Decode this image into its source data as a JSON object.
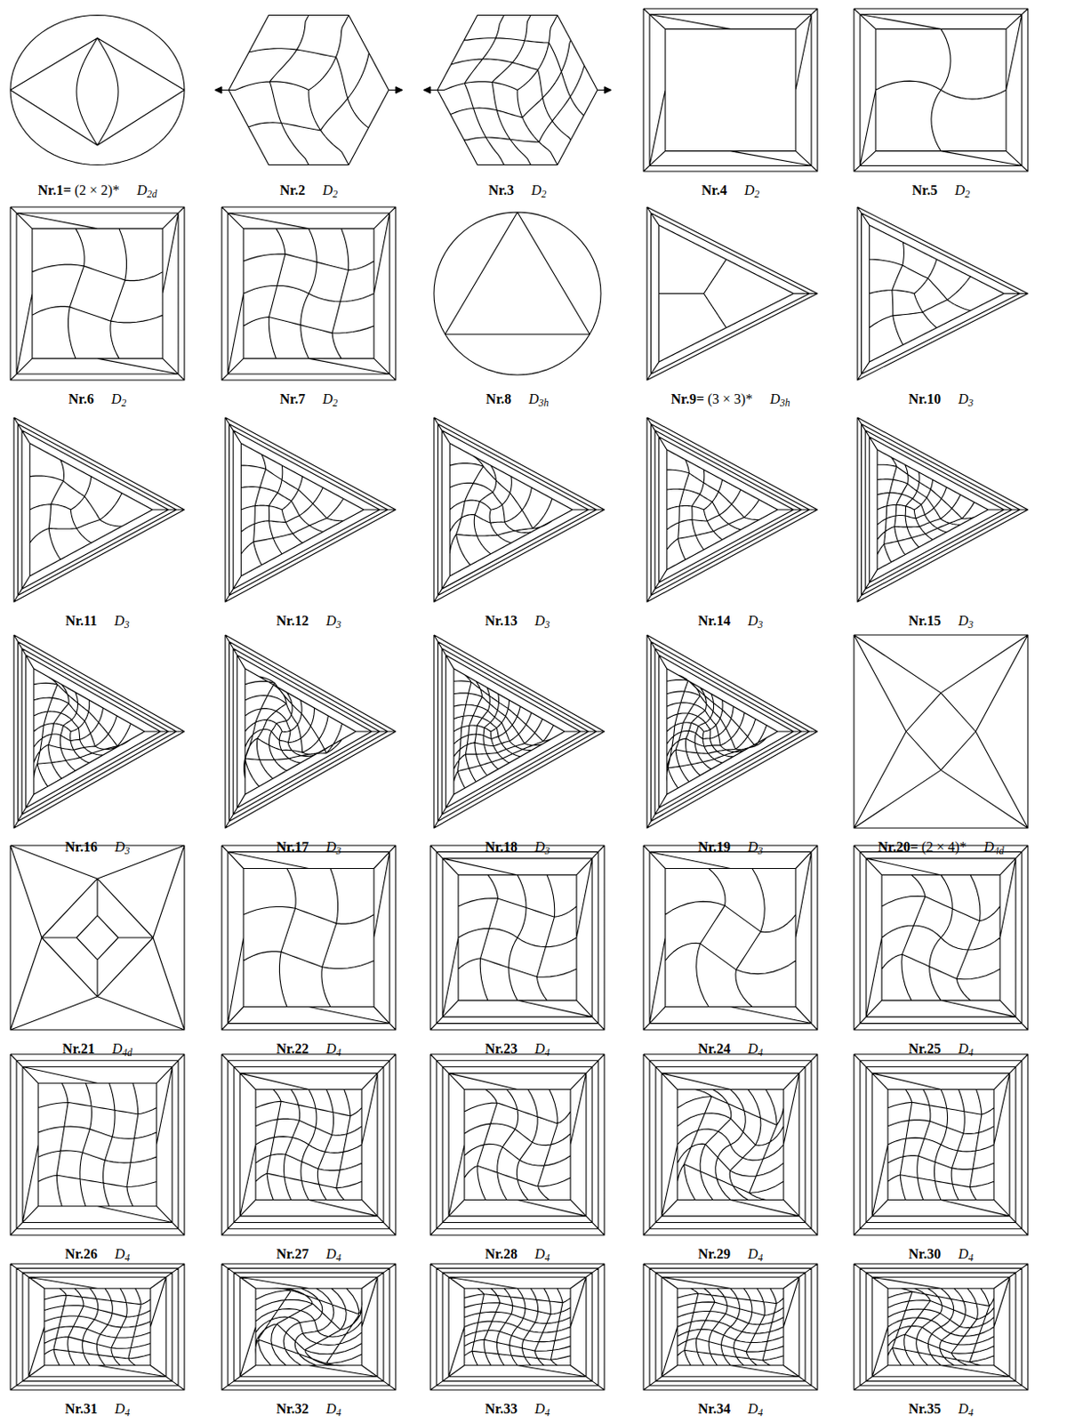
{
  "diagram": {
    "labels": [
      "Nr.1= (2 × 2)*",
      "D2d",
      "Nr.2",
      "D2",
      "Nr.3",
      "D2",
      "Nr.4",
      "D2",
      "Nr.5",
      "D2",
      "Nr.6",
      "D2",
      "Nr.7",
      "D2",
      "Nr.8",
      "D3h",
      "Nr.9= (3 × 3)*",
      "D3h",
      "Nr.10",
      "D3",
      "Nr.11",
      "D3",
      "Nr.12",
      "D3",
      "Nr.13",
      "D3",
      "Nr.14",
      "D3",
      "Nr.15",
      "D3",
      "Nr.16",
      "D3",
      "Nr.17",
      "D3",
      "Nr.18",
      "D3",
      "Nr.19",
      "D3",
      "Nr.20= (2 × 4)*",
      "D4d",
      "Nr.21",
      "D4d",
      "Nr.22",
      "D4",
      "Nr.23",
      "D4",
      "Nr.24",
      "D4",
      "Nr.25",
      "D4",
      "Nr.26",
      "D4",
      "Nr.27",
      "D4",
      "Nr.28",
      "D4",
      "Nr.29",
      "D4",
      "Nr.30",
      "D4",
      "Nr.31",
      "D4",
      "Nr.32",
      "D4",
      "Nr.33",
      "D4",
      "Nr.34",
      "D4",
      "Nr.35",
      "D4"
    ]
  }
}
